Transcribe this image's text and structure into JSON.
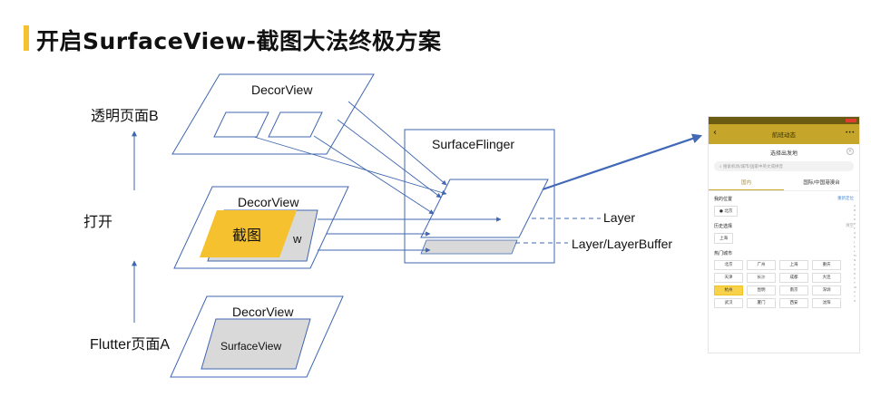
{
  "slide": {
    "title": "开启SurfaceView-截图大法终极方案",
    "accent_color": "#f5c12e"
  },
  "side_labels": {
    "top": "透明页面B",
    "middle": "打开",
    "bottom": "Flutter页面A"
  },
  "windows": {
    "top": {
      "label": "DecorView"
    },
    "middle": {
      "label": "DecorView",
      "obscured_suffix": "w",
      "screenshot_label": "截图"
    },
    "bottom": {
      "label": "DecorView",
      "inner_label": "SurfaceView"
    }
  },
  "compositor": {
    "label": "SurfaceFlinger",
    "layer_label": "Layer",
    "buffer_label": "Layer/LayerBuffer"
  },
  "phone": {
    "header_title": "航班动态",
    "back_icon": "back-arrow-icon",
    "more_icon": "more-icon",
    "subtitle": "选择出发地",
    "search_placeholder": "搜索机场/城市/国家中英文或拼音",
    "tabs": [
      {
        "label": "国内",
        "active": true
      },
      {
        "label": "国际/中国港澳台",
        "active": false
      }
    ],
    "location_section": {
      "title": "我的位置",
      "action": "重新定位",
      "value": "北京"
    },
    "history_section": {
      "title": "历史选择",
      "action": "清空",
      "value": "上海"
    },
    "hot_section": {
      "title": "热门城市"
    },
    "hot_cities": [
      [
        "北京",
        "广州",
        "上海",
        "重庆"
      ],
      [
        "天津",
        "长沙",
        "成都",
        "大连"
      ],
      [
        "杭州",
        "昆明",
        "南京",
        "深圳"
      ],
      [
        "武汉",
        "厦门",
        "西安",
        "沈阳"
      ]
    ],
    "highlight_city": "杭州",
    "index_letters": [
      "A",
      "B",
      "C",
      "D",
      "E",
      "F",
      "G",
      "H",
      "J",
      "K",
      "L",
      "M",
      "N",
      "P",
      "Q",
      "R",
      "S",
      "T",
      "W",
      "X",
      "Y",
      "Z"
    ]
  }
}
